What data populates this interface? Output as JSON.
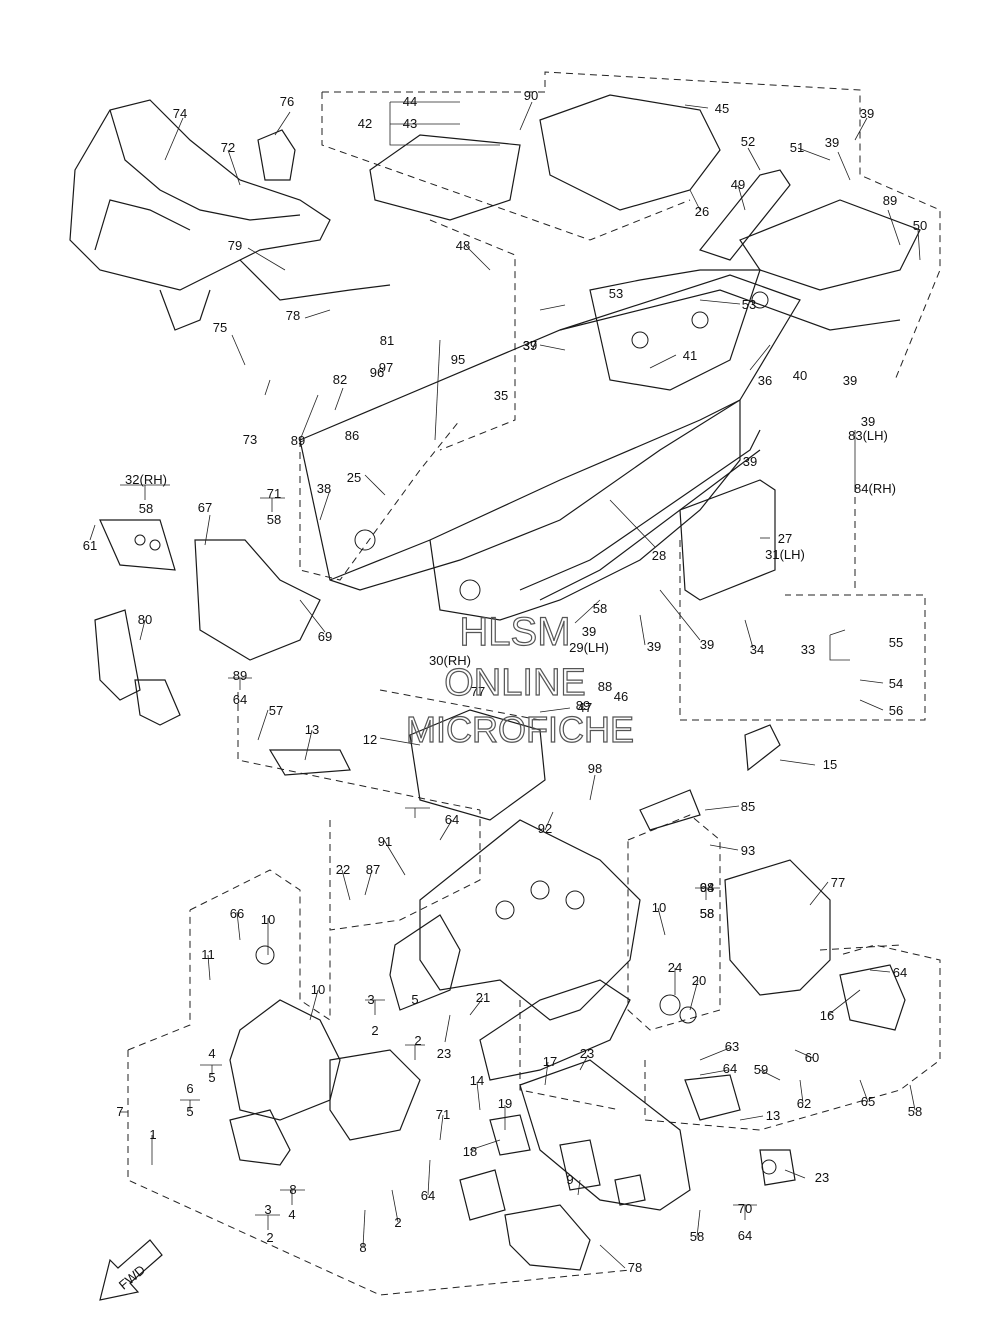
{
  "watermark": {
    "line1": "HLSM",
    "line2": "ONLINE",
    "line3": "MICROFICHE"
  },
  "fwd_label": "FWD",
  "labels": [
    "74",
    "76",
    "72",
    "79",
    "78",
    "75",
    "73",
    "89",
    "82",
    "86",
    "44",
    "42",
    "43",
    "90",
    "45",
    "26",
    "52",
    "49",
    "51",
    "39",
    "39",
    "89",
    "50",
    "48",
    "81",
    "97",
    "96",
    "95",
    "35",
    "39",
    "37",
    "53",
    "53",
    "41",
    "36",
    "40",
    "39",
    "39",
    "39",
    "83(LH)",
    "84(RH)",
    "25",
    "38",
    "28",
    "27",
    "31(LH)",
    "32(RH)",
    "58",
    "61",
    "71",
    "58",
    "67",
    "69",
    "80",
    "89",
    "64",
    "58",
    "39",
    "39",
    "29(LH)",
    "30(RH)",
    "77",
    "88",
    "46",
    "47",
    "39",
    "34",
    "33",
    "55",
    "54",
    "56",
    "57",
    "13",
    "12",
    "15",
    "98",
    "85",
    "93",
    "94",
    "58",
    "64",
    "91",
    "92",
    "22",
    "87",
    "77",
    "68",
    "58",
    "64",
    "66",
    "10",
    "11",
    "10",
    "5",
    "2",
    "3",
    "2",
    "4",
    "5",
    "6",
    "5",
    "7",
    "1",
    "10",
    "24",
    "20",
    "21",
    "23",
    "14",
    "19",
    "18",
    "17",
    "23",
    "16",
    "60",
    "63",
    "64",
    "59",
    "62",
    "65",
    "58",
    "71",
    "13",
    "64",
    "8",
    "3",
    "4",
    "2",
    "2",
    "8",
    "9",
    "23",
    "70",
    "64",
    "58",
    "78",
    "89",
    "39"
  ],
  "labels_upper": [],
  "labels_lower": []
}
